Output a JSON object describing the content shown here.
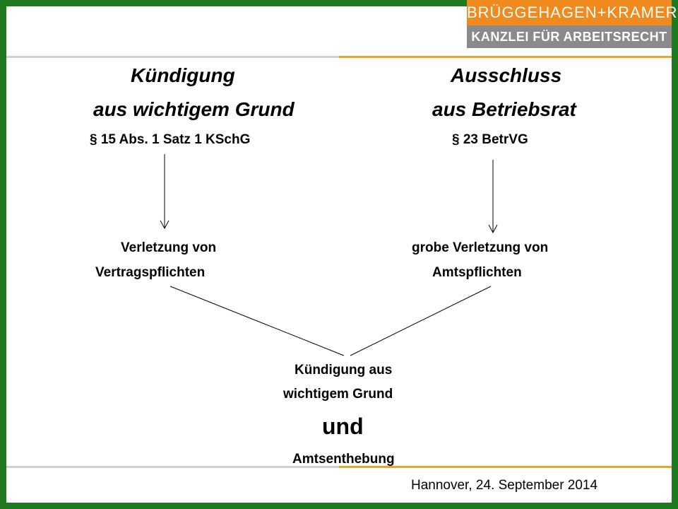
{
  "logo": {
    "line1": "BRÜGGEHAGEN+KRAMER",
    "line2": "KANZLEI FÜR ARBEITSRECHT"
  },
  "left": {
    "title_line1": "Kündigung",
    "title_line2": "aus wichtigem Grund",
    "law": "§ 15 Abs. 1 Satz 1 KSchG",
    "result_line1": "Verletzung von",
    "result_line2": "Vertragspflichten"
  },
  "right": {
    "title_line1": "Ausschluss",
    "title_line2": "aus Betriebsrat",
    "law": "§ 23 BetrVG",
    "result_line1": "grobe Verletzung von",
    "result_line2": "Amtspflichten"
  },
  "center": {
    "line1": "Kündigung aus",
    "line2": "wichtigem Grund",
    "connector": "und",
    "line3": "Amtsenthebung"
  },
  "footer": {
    "place_date": "Hannover, 24. September 2014"
  },
  "colors": {
    "frame": "#1f7a1f",
    "accent_orange": "#f08a1e",
    "logo_gray": "#8a8a8a"
  }
}
